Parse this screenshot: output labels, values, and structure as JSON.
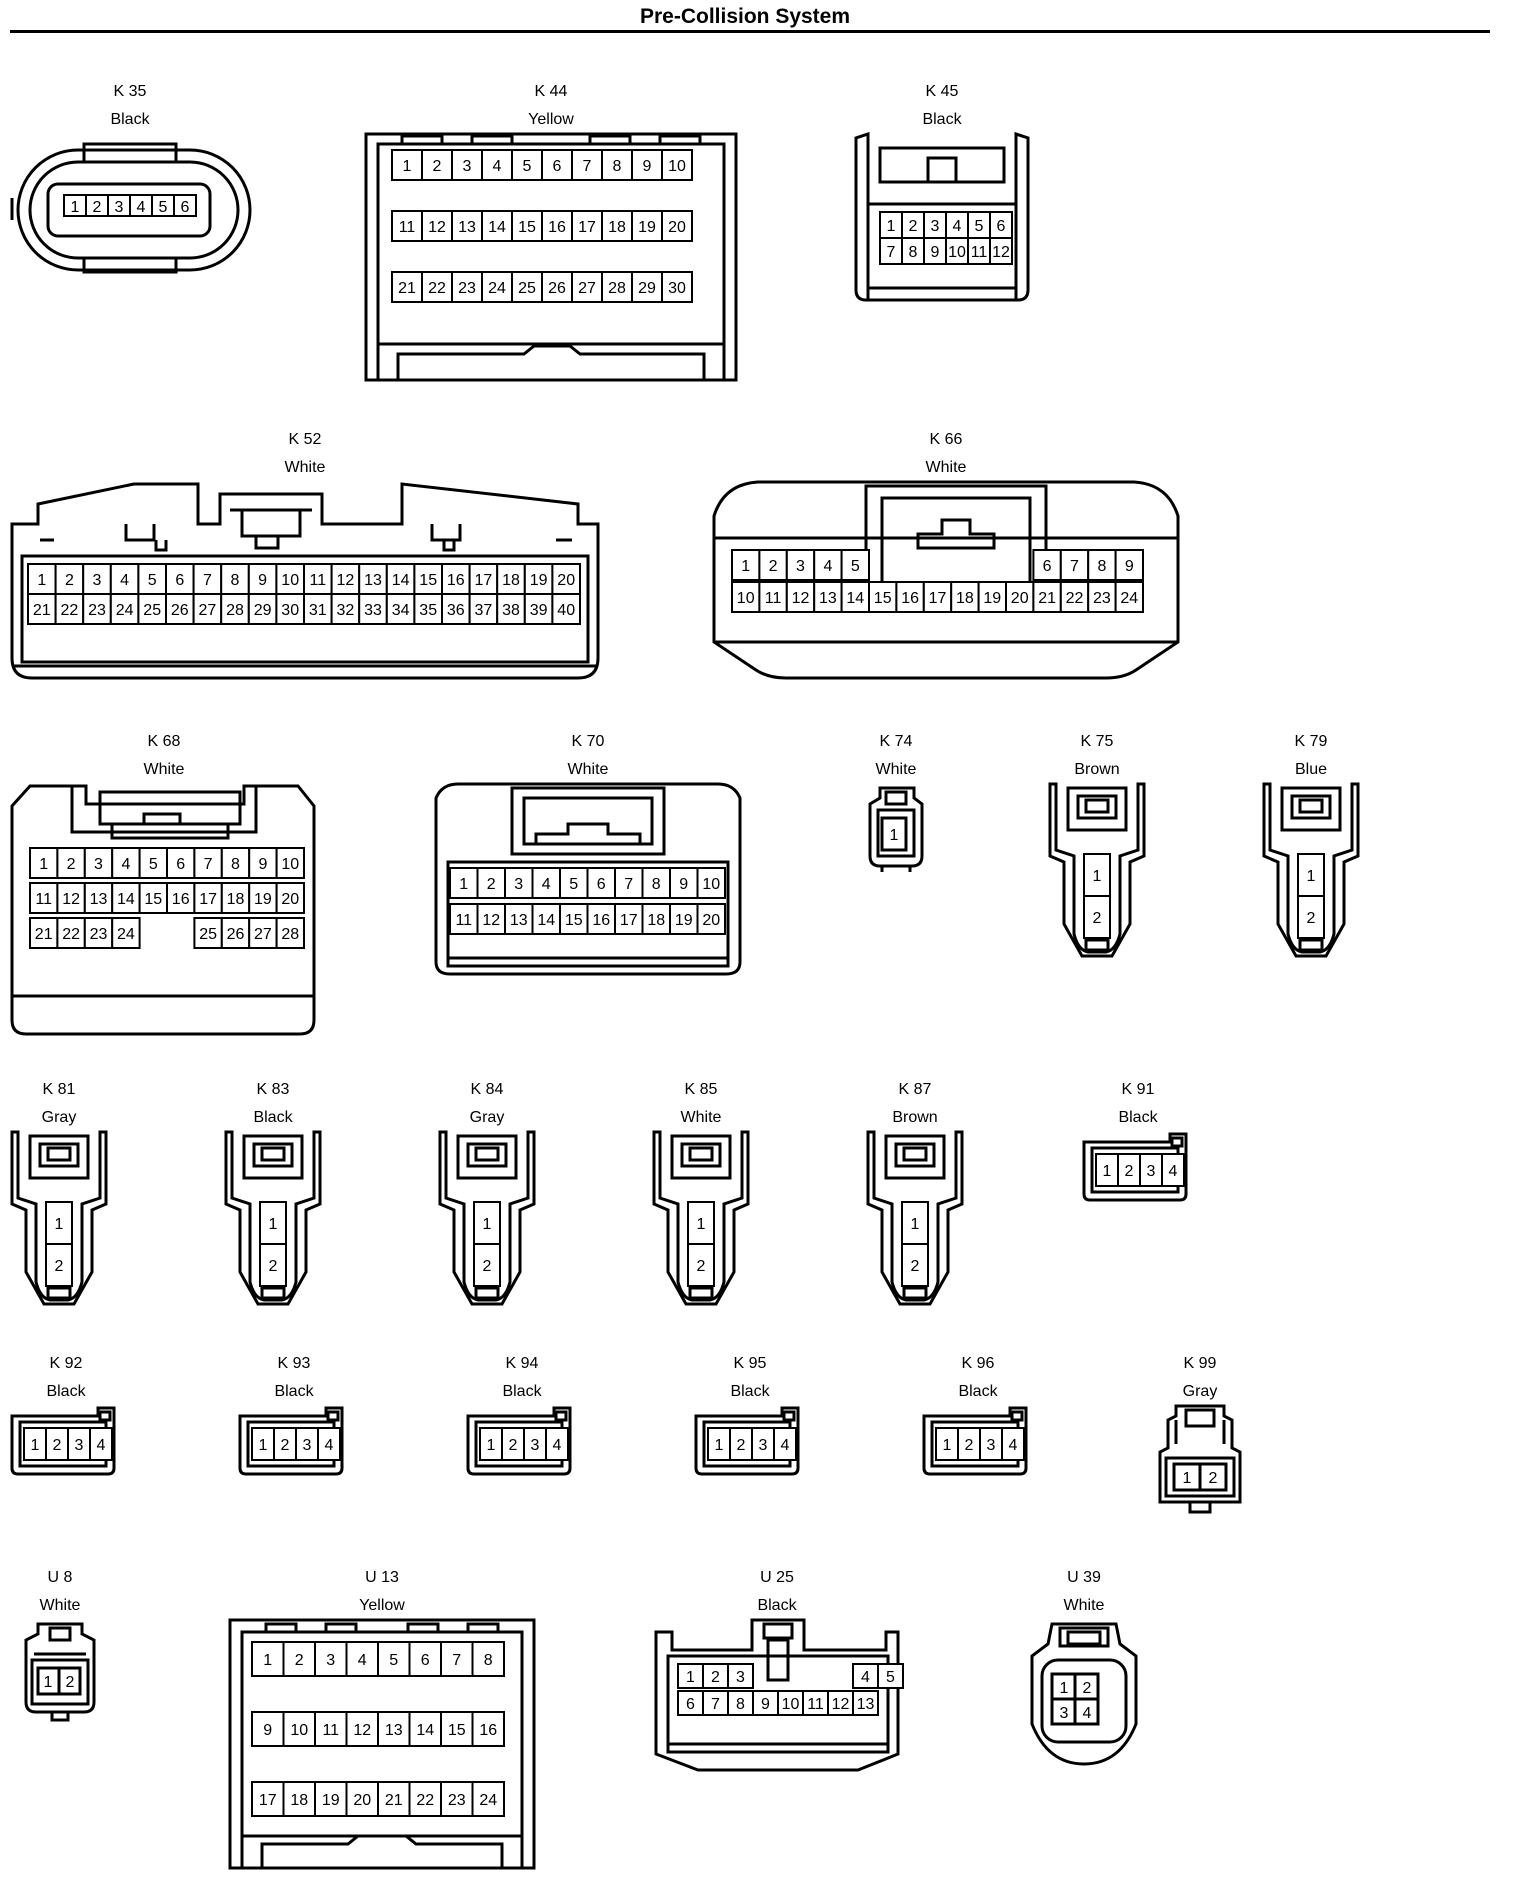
{
  "title": "Pre-Collision System",
  "connectors": {
    "k35": {
      "id": "K 35",
      "color": "Black"
    },
    "k44": {
      "id": "K 44",
      "color": "Yellow"
    },
    "k45": {
      "id": "K 45",
      "color": "Black"
    },
    "k52": {
      "id": "K 52",
      "color": "White"
    },
    "k66": {
      "id": "K 66",
      "color": "White"
    },
    "k68": {
      "id": "K 68",
      "color": "White"
    },
    "k70": {
      "id": "K 70",
      "color": "White"
    },
    "k74": {
      "id": "K 74",
      "color": "White"
    },
    "k75": {
      "id": "K 75",
      "color": "Brown"
    },
    "k79": {
      "id": "K 79",
      "color": "Blue"
    },
    "k81": {
      "id": "K 81",
      "color": "Gray"
    },
    "k83": {
      "id": "K 83",
      "color": "Black"
    },
    "k84": {
      "id": "K 84",
      "color": "Gray"
    },
    "k85": {
      "id": "K 85",
      "color": "White"
    },
    "k87": {
      "id": "K 87",
      "color": "Brown"
    },
    "k91": {
      "id": "K 91",
      "color": "Black"
    },
    "k92": {
      "id": "K 92",
      "color": "Black"
    },
    "k93": {
      "id": "K 93",
      "color": "Black"
    },
    "k94": {
      "id": "K 94",
      "color": "Black"
    },
    "k95": {
      "id": "K 95",
      "color": "Black"
    },
    "k96": {
      "id": "K 96",
      "color": "Black"
    },
    "k99": {
      "id": "K 99",
      "color": "Gray"
    },
    "u8": {
      "id": "U 8",
      "color": "White"
    },
    "u13": {
      "id": "U 13",
      "color": "Yellow"
    },
    "u25": {
      "id": "U 25",
      "color": "Black"
    },
    "u39": {
      "id": "U 39",
      "color": "White"
    }
  }
}
